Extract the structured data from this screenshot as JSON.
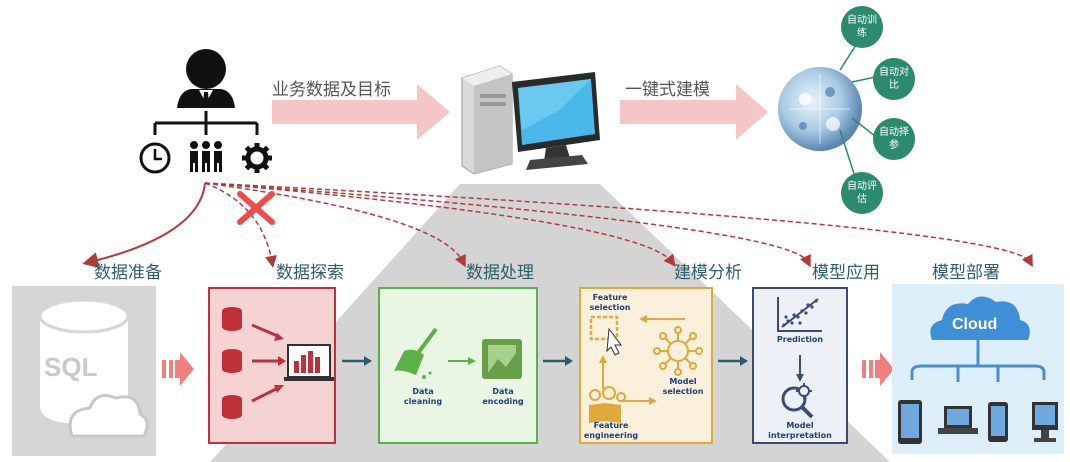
{
  "top": {
    "input_label": "业务数据及目标",
    "output_label": "一键式建模",
    "auto_items": [
      {
        "label": "自动训练"
      },
      {
        "label": "自动对比"
      },
      {
        "label": "自动择参"
      },
      {
        "label": "自动评估"
      }
    ]
  },
  "stages": {
    "prep": {
      "label": "数据准备",
      "icon_text": "SQL"
    },
    "explore": {
      "label": "数据探索"
    },
    "process": {
      "label": "数据处理",
      "step1": "Data cleaning",
      "step2": "Data encoding"
    },
    "model": {
      "label": "建模分析",
      "feature_selection": "Feature selection",
      "feature_engineering": "Feature engineering",
      "model_selection": "Model selection"
    },
    "apply": {
      "label": "模型应用",
      "prediction": "Prediction",
      "interpretation": "Model interpretation"
    },
    "deploy": {
      "label": "模型部署",
      "cloud_text": "Cloud"
    }
  },
  "colors": {
    "pink_arrow": "#f4c6c6",
    "dark_red": "#b33a3a",
    "explore_border": "#c0303a",
    "explore_fill": "#f6d3d3",
    "process_border": "#5bb04a",
    "process_fill": "#eaf6e4",
    "model_border": "#e0a93b",
    "model_fill": "#fbf0dc",
    "apply_border": "#3c4a7a",
    "apply_fill": "#eef0f8",
    "bubble": "#2c8a6e",
    "cross": "#ee4b4b"
  }
}
